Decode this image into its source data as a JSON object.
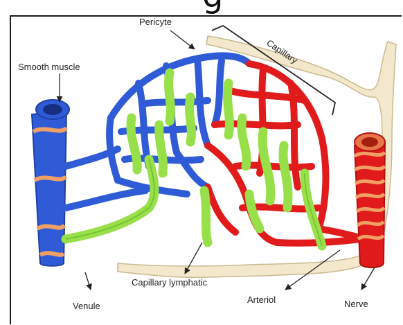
{
  "header": {
    "partial_title": "g"
  },
  "labels": {
    "pericyte": "Pericyte",
    "capillary": "Capillary",
    "smooth_muscle": "Smooth muscle",
    "capillary_lymphatic": "Capillary lymphatic",
    "arteriol": "Arteriol",
    "venule": "Venule",
    "nerve": "Nerve"
  },
  "colors": {
    "venous": "#2f5bd6",
    "venous_dark": "#1f3fa8",
    "arterial": "#e11b1b",
    "arterial_dark": "#b40f0f",
    "lymphatic": "#98e04a",
    "lymphatic_dark": "#5fae2a",
    "nerve": "#f3e8cc",
    "nerve_outline": "#c9b98f",
    "smooth_muscle": "#f0a064",
    "leader": "#222222"
  }
}
